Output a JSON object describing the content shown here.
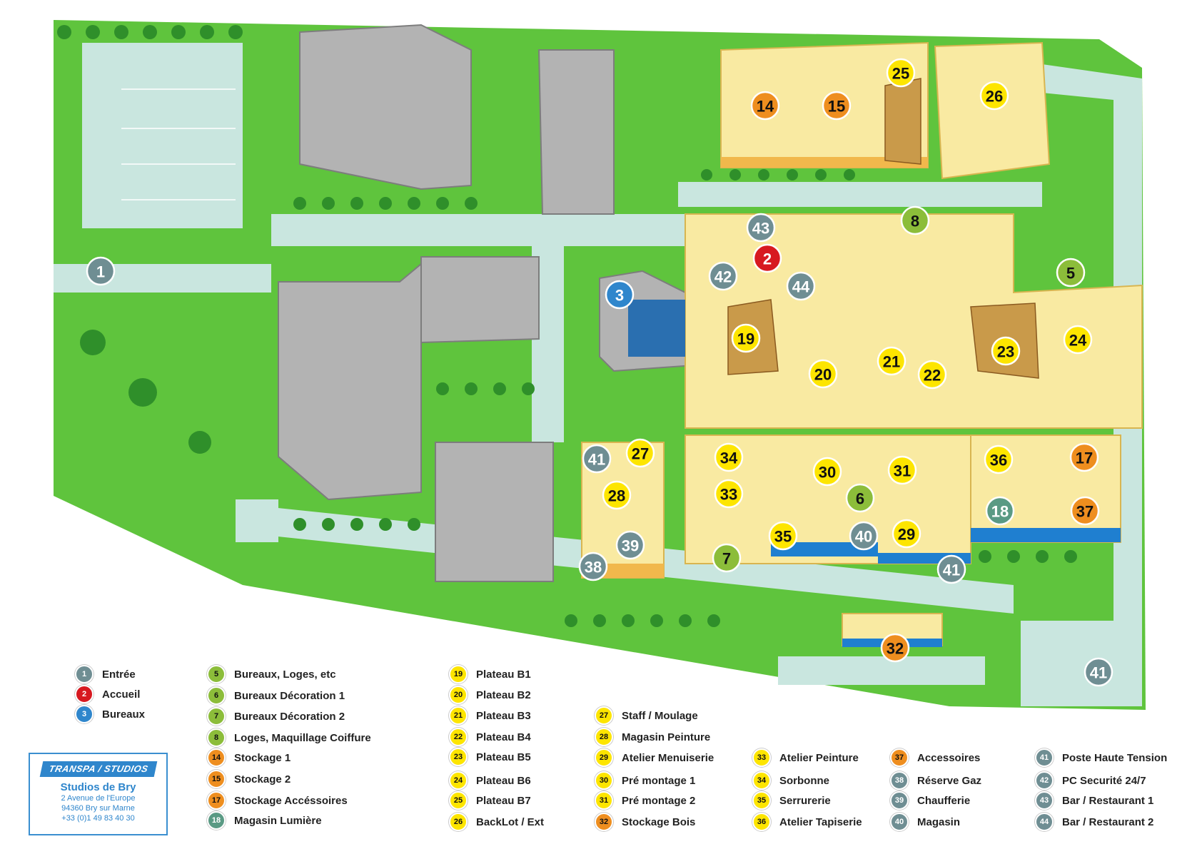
{
  "colors": {
    "grass": "#5fc43d",
    "grass_dark": "#3e9a2a",
    "road": "#c9e6df",
    "building_grey": "#b3b3b3",
    "studio_yellow": "#f9eaa2",
    "studio_orange": "#f1b84c",
    "facade_blue": "#1f7fd0",
    "marker_grey": "#6f8e93",
    "marker_red": "#d71920",
    "marker_blue": "#2f86cc",
    "marker_green": "#8cbd3a",
    "marker_yellow": "#fde500",
    "marker_orange": "#ee8e1f",
    "marker_teal": "#5a9a84"
  },
  "map_markers": [
    {
      "num": "1",
      "color": "grey"
    },
    {
      "num": "2",
      "color": "red"
    },
    {
      "num": "3",
      "color": "blue"
    },
    {
      "num": "5",
      "color": "green"
    },
    {
      "num": "6",
      "color": "green"
    },
    {
      "num": "7",
      "color": "green"
    },
    {
      "num": "8",
      "color": "green"
    },
    {
      "num": "14",
      "color": "orange"
    },
    {
      "num": "15",
      "color": "orange"
    },
    {
      "num": "17",
      "color": "orange"
    },
    {
      "num": "18",
      "color": "teal"
    },
    {
      "num": "19",
      "color": "yellow"
    },
    {
      "num": "20",
      "color": "yellow"
    },
    {
      "num": "21",
      "color": "yellow"
    },
    {
      "num": "22",
      "color": "yellow"
    },
    {
      "num": "23",
      "color": "yellow"
    },
    {
      "num": "24",
      "color": "yellow"
    },
    {
      "num": "25",
      "color": "yellow"
    },
    {
      "num": "26",
      "color": "yellow"
    },
    {
      "num": "27",
      "color": "yellow"
    },
    {
      "num": "28",
      "color": "yellow"
    },
    {
      "num": "29",
      "color": "yellow"
    },
    {
      "num": "30",
      "color": "yellow"
    },
    {
      "num": "31",
      "color": "yellow"
    },
    {
      "num": "32",
      "color": "orange"
    },
    {
      "num": "33",
      "color": "yellow"
    },
    {
      "num": "34",
      "color": "yellow"
    },
    {
      "num": "35",
      "color": "yellow"
    },
    {
      "num": "36",
      "color": "yellow"
    },
    {
      "num": "37",
      "color": "orange"
    },
    {
      "num": "38",
      "color": "grey"
    },
    {
      "num": "39",
      "color": "grey"
    },
    {
      "num": "40",
      "color": "grey"
    },
    {
      "num": "41",
      "color": "grey"
    },
    {
      "num": "41",
      "color": "grey"
    },
    {
      "num": "41",
      "color": "grey"
    },
    {
      "num": "42",
      "color": "grey"
    },
    {
      "num": "43",
      "color": "grey"
    },
    {
      "num": "44",
      "color": "grey"
    }
  ],
  "legend": [
    {
      "num": "1",
      "label": "Entrée",
      "color": "grey"
    },
    {
      "num": "2",
      "label": "Accueil",
      "color": "red"
    },
    {
      "num": "3",
      "label": "Bureaux",
      "color": "blue"
    },
    {
      "num": "5",
      "label": "Bureaux, Loges, etc",
      "color": "green"
    },
    {
      "num": "6",
      "label": "Bureaux Décoration 1",
      "color": "green"
    },
    {
      "num": "7",
      "label": "Bureaux Décoration 2",
      "color": "green"
    },
    {
      "num": "8",
      "label": "Loges, Maquillage Coiffure",
      "color": "green"
    },
    {
      "num": "14",
      "label": "Stockage 1",
      "color": "orange"
    },
    {
      "num": "15",
      "label": "Stockage 2",
      "color": "orange"
    },
    {
      "num": "17",
      "label": "Stockage Accéssoires",
      "color": "orange"
    },
    {
      "num": "18",
      "label": "Magasin Lumière",
      "color": "teal"
    },
    {
      "num": "19",
      "label": "Plateau B1",
      "color": "yellow"
    },
    {
      "num": "20",
      "label": "Plateau B2",
      "color": "yellow"
    },
    {
      "num": "21",
      "label": "Plateau B3",
      "color": "yellow"
    },
    {
      "num": "22",
      "label": "Plateau B4",
      "color": "yellow"
    },
    {
      "num": "23",
      "label": "Plateau B5",
      "color": "yellow"
    },
    {
      "num": "24",
      "label": "Plateau B6",
      "color": "yellow"
    },
    {
      "num": "25",
      "label": "Plateau B7",
      "color": "yellow"
    },
    {
      "num": "26",
      "label": "BackLot / Ext",
      "color": "yellow"
    },
    {
      "num": "27",
      "label": "Staff / Moulage",
      "color": "yellow"
    },
    {
      "num": "28",
      "label": "Magasin Peinture",
      "color": "yellow"
    },
    {
      "num": "29",
      "label": "Atelier Menuiserie",
      "color": "yellow"
    },
    {
      "num": "30",
      "label": "Pré montage 1",
      "color": "yellow"
    },
    {
      "num": "31",
      "label": "Pré montage 2",
      "color": "yellow"
    },
    {
      "num": "32",
      "label": "Stockage Bois",
      "color": "orange"
    },
    {
      "num": "33",
      "label": "Atelier Peinture",
      "color": "yellow"
    },
    {
      "num": "34",
      "label": "Sorbonne",
      "color": "yellow"
    },
    {
      "num": "35",
      "label": "Serrurerie",
      "color": "yellow"
    },
    {
      "num": "36",
      "label": "Atelier Tapiserie",
      "color": "yellow"
    },
    {
      "num": "37",
      "label": "Accessoires",
      "color": "orange"
    },
    {
      "num": "38",
      "label": "Réserve Gaz",
      "color": "grey"
    },
    {
      "num": "39",
      "label": "Chaufferie",
      "color": "grey"
    },
    {
      "num": "40",
      "label": "Magasin",
      "color": "grey"
    },
    {
      "num": "41",
      "label": "Poste Haute Tension",
      "color": "grey"
    },
    {
      "num": "42",
      "label": "PC Securité 24/7",
      "color": "grey"
    },
    {
      "num": "43",
      "label": "Bar / Restaurant 1",
      "color": "grey"
    },
    {
      "num": "44",
      "label": "Bar / Restaurant 2",
      "color": "grey"
    }
  ],
  "brand": {
    "logo": "TRANSPA / STUDIOS",
    "name": "Studios de Bry",
    "address1": "2 Avenue de l'Europe",
    "address2": "94360 Bry sur Marne",
    "phone": "+33 (0)1 49 83 40 30"
  }
}
